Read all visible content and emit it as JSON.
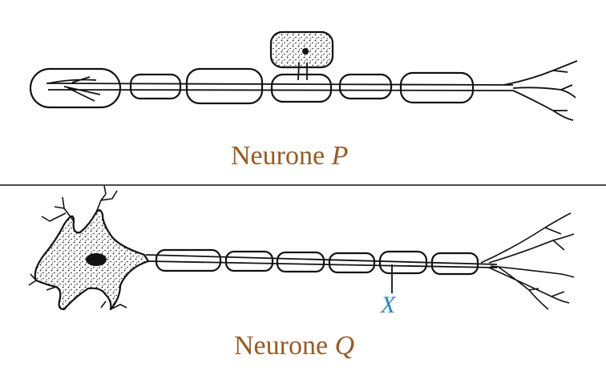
{
  "neurone_p": {
    "name": "Neurone",
    "letter": "P"
  },
  "neurone_q": {
    "name": "Neurone",
    "letter": "Q"
  },
  "label_x": "X",
  "colors": {
    "caption": "#9b5a1f",
    "label": "#1f86c8",
    "line": "#111111"
  }
}
